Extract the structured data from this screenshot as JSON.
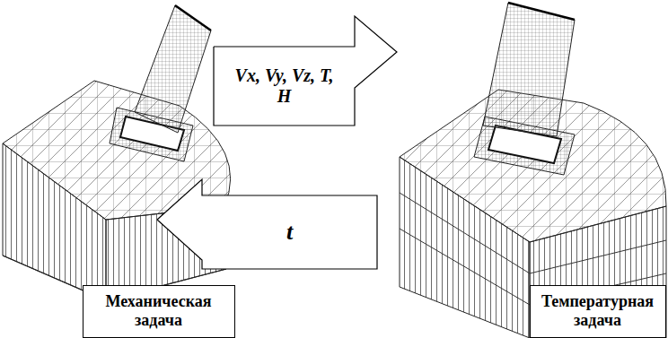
{
  "diagram": {
    "nodes": [
      {
        "text": [
          "Vx, Vy, Vz, T, H"
        ]
      },
      {
        "text": [
          "t"
        ]
      },
      {
        "text": [
          "Механическая задача"
        ]
      },
      {
        "text": [
          "Температурная задача"
        ]
      }
    ]
  }
}
